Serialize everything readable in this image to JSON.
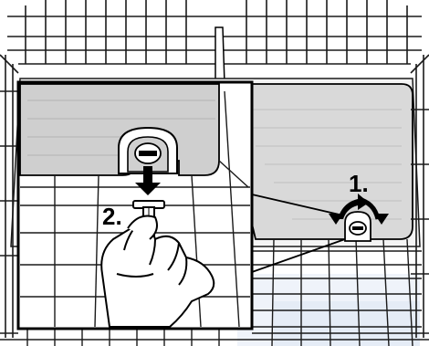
{
  "illustration": {
    "steps": [
      {
        "label": "1.",
        "action": "rotate-lock"
      },
      {
        "label": "2.",
        "action": "pull-out-pin"
      }
    ],
    "colors": {
      "line": "#000000",
      "basket_wire": "#1a1a1a",
      "panel_fill": "#d8d8d8",
      "panel_shade": "#b5b5b5",
      "inset_bg": "#ffffff",
      "glow": "#dfe7f5",
      "hand_fill": "#ffffff"
    }
  }
}
